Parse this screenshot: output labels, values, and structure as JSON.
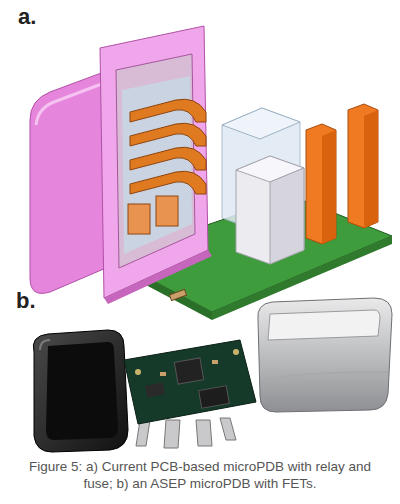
{
  "diagram": {
    "caption": "Figure 5: a) Current PCB-based microPDB with relay and fuse; b) an ASEP microPDB with FETs.",
    "labels": [
      "a.",
      "b."
    ]
  }
}
